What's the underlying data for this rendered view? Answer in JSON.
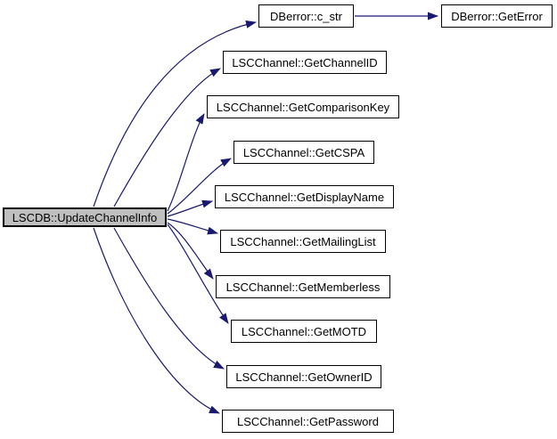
{
  "graph": {
    "type": "call-graph",
    "colors": {
      "background": "#ffffff",
      "edge": "#191970",
      "node_fill": "#ffffff",
      "node_border": "#000000",
      "highlight_fill": "#bfbfbf",
      "text": "#000000"
    },
    "nodes": [
      {
        "id": "update-channel-info",
        "label": "LSCDB::UpdateChannelInfo",
        "highlighted": true
      },
      {
        "id": "c-str",
        "label": "DBerror::c_str"
      },
      {
        "id": "get-error",
        "label": "DBerror::GetError"
      },
      {
        "id": "get-channel-id",
        "label": "LSCChannel::GetChannelID"
      },
      {
        "id": "get-comparison-key",
        "label": "LSCChannel::GetComparisonKey"
      },
      {
        "id": "get-cspa",
        "label": "LSCChannel::GetCSPA"
      },
      {
        "id": "get-display-name",
        "label": "LSCChannel::GetDisplayName"
      },
      {
        "id": "get-mailing-list",
        "label": "LSCChannel::GetMailingList"
      },
      {
        "id": "get-memberless",
        "label": "LSCChannel::GetMemberless"
      },
      {
        "id": "get-motd",
        "label": "LSCChannel::GetMOTD"
      },
      {
        "id": "get-owner-id",
        "label": "LSCChannel::GetOwnerID"
      },
      {
        "id": "get-password",
        "label": "LSCChannel::GetPassword"
      }
    ],
    "edges": [
      {
        "from": "LSCDB::UpdateChannelInfo",
        "to": "DBerror::c_str"
      },
      {
        "from": "LSCDB::UpdateChannelInfo",
        "to": "LSCChannel::GetChannelID"
      },
      {
        "from": "LSCDB::UpdateChannelInfo",
        "to": "LSCChannel::GetComparisonKey"
      },
      {
        "from": "LSCDB::UpdateChannelInfo",
        "to": "LSCChannel::GetCSPA"
      },
      {
        "from": "LSCDB::UpdateChannelInfo",
        "to": "LSCChannel::GetDisplayName"
      },
      {
        "from": "LSCDB::UpdateChannelInfo",
        "to": "LSCChannel::GetMailingList"
      },
      {
        "from": "LSCDB::UpdateChannelInfo",
        "to": "LSCChannel::GetMemberless"
      },
      {
        "from": "LSCDB::UpdateChannelInfo",
        "to": "LSCChannel::GetMOTD"
      },
      {
        "from": "LSCDB::UpdateChannelInfo",
        "to": "LSCChannel::GetOwnerID"
      },
      {
        "from": "LSCDB::UpdateChannelInfo",
        "to": "LSCChannel::GetPassword"
      },
      {
        "from": "DBerror::c_str",
        "to": "DBerror::GetError"
      }
    ]
  }
}
